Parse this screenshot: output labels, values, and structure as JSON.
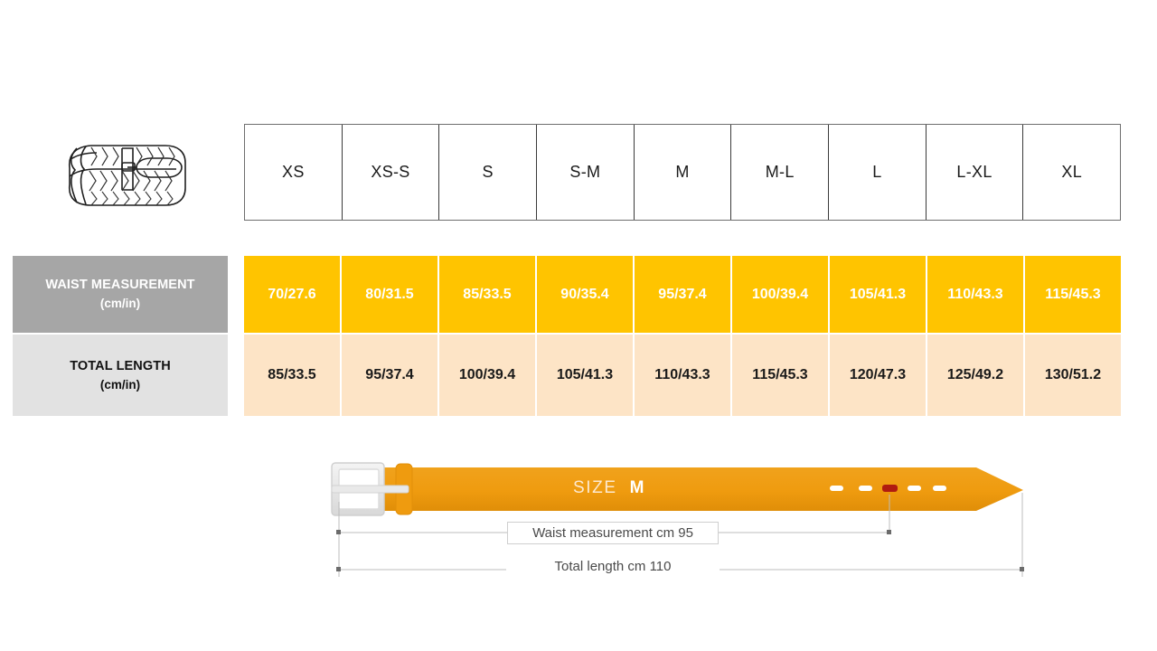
{
  "product_icon": {
    "name": "braided-belt-illustration"
  },
  "size_table": {
    "sizes": [
      "XS",
      "XS-S",
      "S",
      "S-M",
      "M",
      "M-L",
      "L",
      "L-XL",
      "XL"
    ],
    "rows": [
      {
        "label_line1": "WAIST MEASUREMENT",
        "label_line2": "(cm/in)",
        "values": [
          "70/27.6",
          "80/31.5",
          "85/33.5",
          "90/35.4",
          "95/37.4",
          "100/39.4",
          "105/41.3",
          "110/43.3",
          "115/45.3"
        ]
      },
      {
        "label_line1": "TOTAL LENGTH",
        "label_line2": "(cm/in)",
        "values": [
          "85/33.5",
          "95/37.4",
          "100/39.4",
          "105/41.3",
          "110/43.3",
          "115/45.3",
          "120/47.3",
          "125/49.2",
          "130/51.2"
        ]
      }
    ]
  },
  "belt_diagram": {
    "size_label": "SIZE",
    "size_value": "M",
    "waist_dimension": "Waist measurement cm 95",
    "total_dimension": "Total length cm 110",
    "holes_total": 5,
    "highlighted_hole_index": 3
  },
  "colors": {
    "waist_row_bg": "#ffc400",
    "length_row_bg": "#fde4c6",
    "waist_label_bg": "#a6a6a6",
    "length_label_bg": "#e2e2e2",
    "belt_orange": "#ef9b0f",
    "highlight_hole": "#b01b10",
    "buckle_gray": "#e8e8e8",
    "dimension_line": "#b9b9b9"
  }
}
